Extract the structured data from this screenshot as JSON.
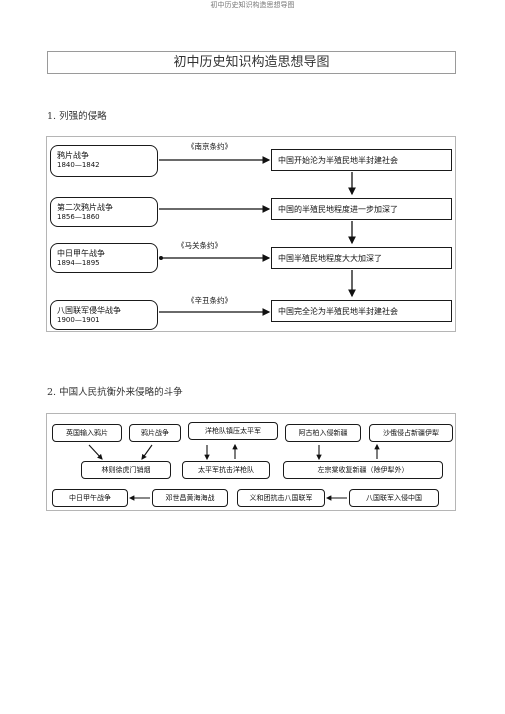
{
  "header": "初中历史知识构造思想导图",
  "title": "初中历史知识构造思想导图",
  "section1": {
    "heading": "1. 列强的侵略",
    "wars": [
      {
        "name": "鸦片战争",
        "years": "1840—1842"
      },
      {
        "name": "第二次鸦片战争",
        "years": "1856—1860"
      },
      {
        "name": "中日甲午战争",
        "years": "1894—1895"
      },
      {
        "name": "八国联军侵华战争",
        "years": "1900—1901"
      }
    ],
    "treaties": [
      "《南京条约》",
      "《马关条约》",
      "《辛丑条约》"
    ],
    "results": [
      "中国开始沦为半殖民地半封建社会",
      "中国的半殖民地程度进一步加深了",
      "中国半殖民地程度大大加深了",
      "中国完全沦为半殖民地半封建社会"
    ]
  },
  "section2": {
    "heading": "2. 中国人民抗衡外来侵略的斗争",
    "row1": [
      "英国输入鸦片",
      "鸦片战争",
      "洋枪队镇压太平军",
      "阿古柏入侵新疆",
      "沙俄侵占新疆伊犁"
    ],
    "row2": [
      "林则徐虎门销烟",
      "太平军抗击洋枪队",
      "左宗棠收复新疆（除伊犁外）"
    ],
    "row3": [
      "中日甲午战争",
      "邓世昌黄海海战",
      "义和团抗击八国联军",
      "八国联军入侵中国"
    ]
  }
}
